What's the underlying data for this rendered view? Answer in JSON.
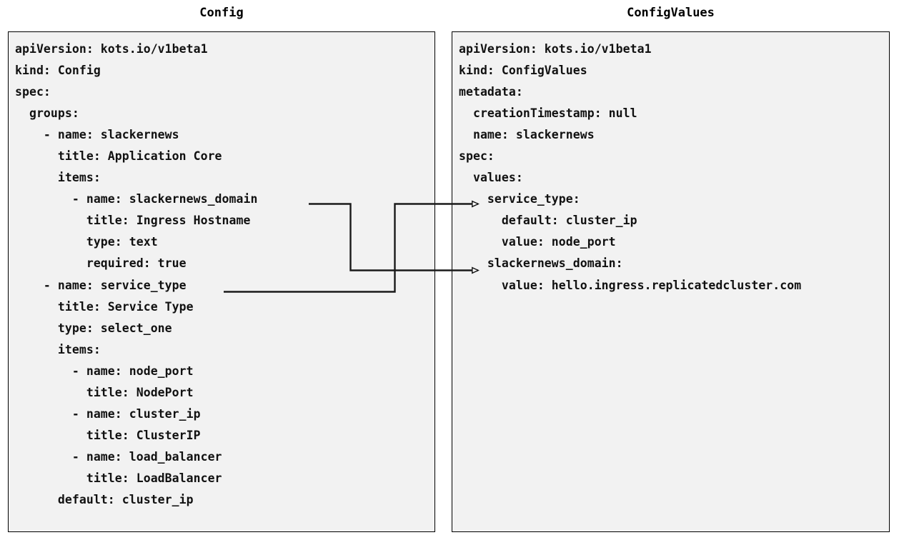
{
  "diagram": {
    "title_left": "Config",
    "title_right": "ConfigValues",
    "background_color": "#ffffff",
    "panel_fill": "#f2f2f2",
    "panel_border": "#000000",
    "text_color": "#111111",
    "connector_color": "#1a1a1a"
  },
  "left_panel": {
    "heading": "Config",
    "lines": [
      "apiVersion: kots.io/v1beta1",
      "kind: Config",
      "spec:",
      "  groups:",
      "    - name: slackernews",
      "      title: Application Core",
      "      items:",
      "        - name: slackernews_domain",
      "          title: Ingress Hostname",
      "          type: text",
      "          required: true",
      "    - name: service_type",
      "      title: Service Type",
      "      type: select_one",
      "      items:",
      "        - name: node_port",
      "          title: NodePort",
      "        - name: cluster_ip",
      "          title: ClusterIP",
      "        - name: load_balancer",
      "          title: LoadBalancer",
      "      default: cluster_ip"
    ]
  },
  "right_panel": {
    "heading": "ConfigValues",
    "lines": [
      "apiVersion: kots.io/v1beta1",
      "kind: ConfigValues",
      "metadata:",
      "  creationTimestamp: null",
      "  name: slackernews",
      "spec:",
      "  values:",
      "    service_type:",
      "      default: cluster_ip",
      "      value: node_port",
      "    slackernews_domain:",
      "      value: hello.ingress.replicatedcluster.com"
    ]
  },
  "connectors": [
    {
      "name": "slackernews-domain-link",
      "from_label": "slackernews_domain",
      "to_label": "slackernews_domain:",
      "arrowhead": "open-triangle"
    },
    {
      "name": "service-type-link",
      "from_label": "service_type",
      "to_label": "service_type:",
      "arrowhead": "open-triangle"
    }
  ]
}
